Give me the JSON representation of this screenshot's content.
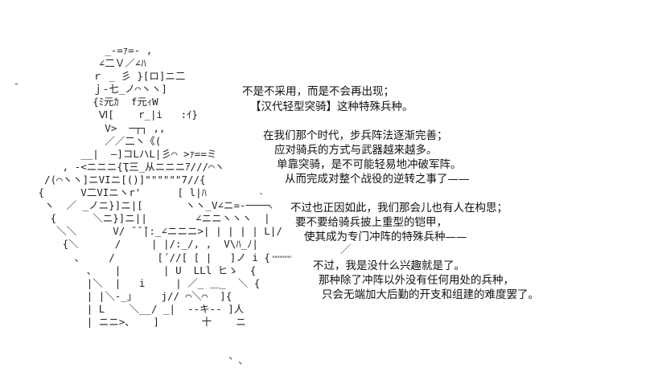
{
  "ascii_art": "            _-=ｧ=- ,\n           ∠二Ｖ／∠ﾊ\n          ｒ _ 彡 }[ロ]ニ二\n          ｊ-七_ノ⌒ヽヽ]\n          {ﾐ元ｶ  f元ｨW\n           Ⅵ[    r_|i   :ｲ}\n            V>  ─┬┐ ,,\n            ／／二ヽ《(\n        __|  ―]コLハL|彡⌒ >ｧ==ミ\n     , -<ニニニ{Ҭ三_从ニニニｱ///⌒ヽ\n  /(⌒ヽヽ]ニVIニ[()]\"\"\"\"\"\"7//{\n {      V二VIニヽr'      [ l|ﾊ\n  ヽ  ／ _ノニ}]ニ|[       ヽヽ_V∠ニ=-────\n   {      ＼ニ}]ニ||        ∠ニニヽヽヽ  |\n    ＼＼      V/ ̄ ̄ ̄|:_∠ニニニ>| | | | | L|/\n     {＼      /     | |/:_/, ,  V\\ﾊ_ﾉ|\n       、    /       [´//[ [ |   ]ノ i {\n         、   |       | U  LLl ヒゝ  {\n         |＼  |   i     | ／_ ＿_  ＼ {\n         | |＼-_」    j// ⌒＼⌒  ]{\n         | L    ＼__/ _|  --キ-- ]人\n         | ニニ>、   ]       十    ニ",
  "text_lines": [
    "不是不采用，而是不会再出现；",
    "【汉代轻型突骑】这种特殊兵种。",
    "在我们那个时代，步兵阵法逐渐完善；",
    "应对骑兵的方式与武器越来越多。",
    "单靠突骑，是不可能轻易地冲破军阵。",
    "从而完成对整个战役的逆转之事了——",
    "不过也正因如此，我们那会儿也有人在构思；",
    "要不要给骑兵披上重型的铠甲，",
    "使其成为专门冲阵的特殊兵种——",
    "不过，我是没什么兴趣就是了。",
    "那种除了冲阵以外没有任何用处的兵种，",
    "只会无端加大后勤的开支和组建的难度罢了。"
  ],
  "decor_marks": [
    "-",
    "`",
    "、",
    "、",
    "、",
    "／",
    "''''''''''''''''"
  ]
}
